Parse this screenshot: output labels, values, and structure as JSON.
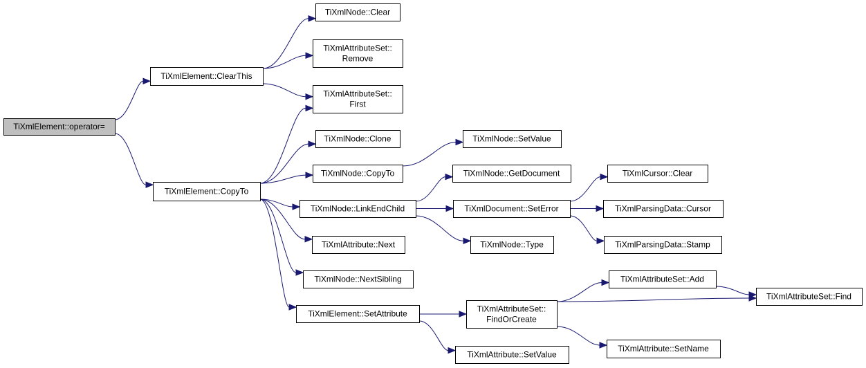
{
  "nodes": [
    {
      "id": "root",
      "name": "node-tixmlelement-operator-assign",
      "lines": [
        "TiXmlElement::operator="
      ],
      "root": true
    },
    {
      "id": "clearthis",
      "name": "node-tixmlelement-clearthis",
      "lines": [
        "TiXmlElement::ClearThis"
      ]
    },
    {
      "id": "copyto",
      "name": "node-tixmlelement-copyto",
      "lines": [
        "TiXmlElement::CopyTo"
      ]
    },
    {
      "id": "nodeclear",
      "name": "node-tixmlnode-clear",
      "lines": [
        "TiXmlNode::Clear"
      ]
    },
    {
      "id": "remove",
      "name": "node-tixmlattributeset-remove",
      "lines": [
        "TiXmlAttributeSet::",
        "Remove"
      ]
    },
    {
      "id": "first",
      "name": "node-tixmlattributeset-first",
      "lines": [
        "TiXmlAttributeSet::",
        "First"
      ]
    },
    {
      "id": "clone",
      "name": "node-tixmlnode-clone",
      "lines": [
        "TiXmlNode::Clone"
      ]
    },
    {
      "id": "nodecopyto",
      "name": "node-tixmlnode-copyto",
      "lines": [
        "TiXmlNode::CopyTo"
      ]
    },
    {
      "id": "linkend",
      "name": "node-tixmlnode-linkendchild",
      "lines": [
        "TiXmlNode::LinkEndChild"
      ]
    },
    {
      "id": "attrnext",
      "name": "node-tixmlattribute-next",
      "lines": [
        "TiXmlAttribute::Next"
      ]
    },
    {
      "id": "nextsib",
      "name": "node-tixmlnode-nextsibling",
      "lines": [
        "TiXmlNode::NextSibling"
      ]
    },
    {
      "id": "setattr",
      "name": "node-tixmlelement-setattribute",
      "lines": [
        "TiXmlElement::SetAttribute"
      ]
    },
    {
      "id": "nodesetval",
      "name": "node-tixmlnode-setvalue",
      "lines": [
        "TiXmlNode::SetValue"
      ]
    },
    {
      "id": "getdoc",
      "name": "node-tixmlnode-getdocument",
      "lines": [
        "TiXmlNode::GetDocument"
      ]
    },
    {
      "id": "seterror",
      "name": "node-tixmldocument-seterror",
      "lines": [
        "TiXmlDocument::SetError"
      ]
    },
    {
      "id": "type",
      "name": "node-tixmlnode-type",
      "lines": [
        "TiXmlNode::Type"
      ]
    },
    {
      "id": "findorcreate",
      "name": "node-tixmlattributeset-findorcreate",
      "lines": [
        "TiXmlAttributeSet::",
        "FindOrCreate"
      ]
    },
    {
      "id": "attrsetval",
      "name": "node-tixmlattribute-setvalue",
      "lines": [
        "TiXmlAttribute::SetValue"
      ]
    },
    {
      "id": "cursorclear",
      "name": "node-tixmlcursor-clear",
      "lines": [
        "TiXmlCursor::Clear"
      ]
    },
    {
      "id": "cursor",
      "name": "node-tixmlparsingdata-cursor",
      "lines": [
        "TiXmlParsingData::Cursor"
      ]
    },
    {
      "id": "stamp",
      "name": "node-tixmlparsingdata-stamp",
      "lines": [
        "TiXmlParsingData::Stamp"
      ]
    },
    {
      "id": "add",
      "name": "node-tixmlattributeset-add",
      "lines": [
        "TiXmlAttributeSet::Add"
      ]
    },
    {
      "id": "setname",
      "name": "node-tixmlattribute-setname",
      "lines": [
        "TiXmlAttribute::SetName"
      ]
    },
    {
      "id": "find",
      "name": "node-tixmlattributeset-find",
      "lines": [
        "TiXmlAttributeSet::Find"
      ]
    }
  ],
  "edges": [
    [
      "root",
      "clearthis"
    ],
    [
      "root",
      "copyto"
    ],
    [
      "clearthis",
      "nodeclear"
    ],
    [
      "clearthis",
      "remove"
    ],
    [
      "clearthis",
      "first"
    ],
    [
      "copyto",
      "first"
    ],
    [
      "copyto",
      "clone"
    ],
    [
      "copyto",
      "nodecopyto"
    ],
    [
      "copyto",
      "linkend"
    ],
    [
      "copyto",
      "attrnext"
    ],
    [
      "copyto",
      "nextsib"
    ],
    [
      "copyto",
      "setattr"
    ],
    [
      "nodecopyto",
      "nodesetval"
    ],
    [
      "linkend",
      "getdoc"
    ],
    [
      "linkend",
      "seterror"
    ],
    [
      "linkend",
      "type"
    ],
    [
      "seterror",
      "cursorclear"
    ],
    [
      "seterror",
      "cursor"
    ],
    [
      "seterror",
      "stamp"
    ],
    [
      "setattr",
      "findorcreate"
    ],
    [
      "setattr",
      "attrsetval"
    ],
    [
      "findorcreate",
      "add"
    ],
    [
      "findorcreate",
      "find"
    ],
    [
      "findorcreate",
      "setname"
    ],
    [
      "add",
      "find"
    ]
  ]
}
